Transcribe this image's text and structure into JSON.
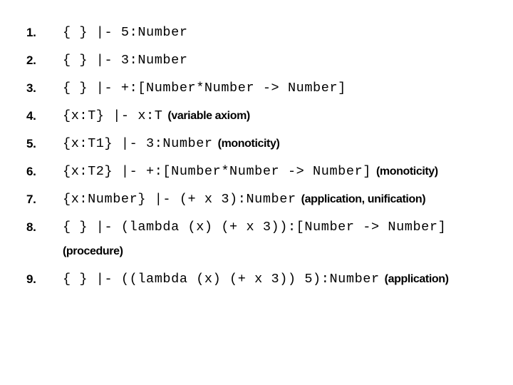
{
  "slide": {
    "background_color": "#ffffff",
    "text_color": "#000000",
    "title": "",
    "items": [
      {
        "number": "1.",
        "code": "{ } |- 5:Number",
        "note": ""
      },
      {
        "number": "2.",
        "code": "{ } |- 3:Number",
        "note": ""
      },
      {
        "number": "3.",
        "code": "{ } |- +:[Number*Number -> Number]",
        "note": ""
      },
      {
        "number": "4.",
        "code": "{x:T} |- x:T",
        "note": "(variable axiom)"
      },
      {
        "number": "5.",
        "code": "{x:T1} |- 3:Number",
        "note": "(monoticity)"
      },
      {
        "number": "6.",
        "code": "{x:T2} |- +:[Number*Number -> Number]",
        "note": "(monoticity)"
      },
      {
        "number": "7.",
        "code": "{x:Number} |- (+ x 3):Number",
        "note": "(application, unification)"
      },
      {
        "number": "8.",
        "code": "{ } |- (lambda (x) (+ x 3)):[Number -> Number]",
        "note": "(procedure)"
      },
      {
        "number": "9.",
        "code": "{ } |- ((lambda (x) (+ x 3)) 5):Number",
        "note": "(application)"
      }
    ]
  }
}
